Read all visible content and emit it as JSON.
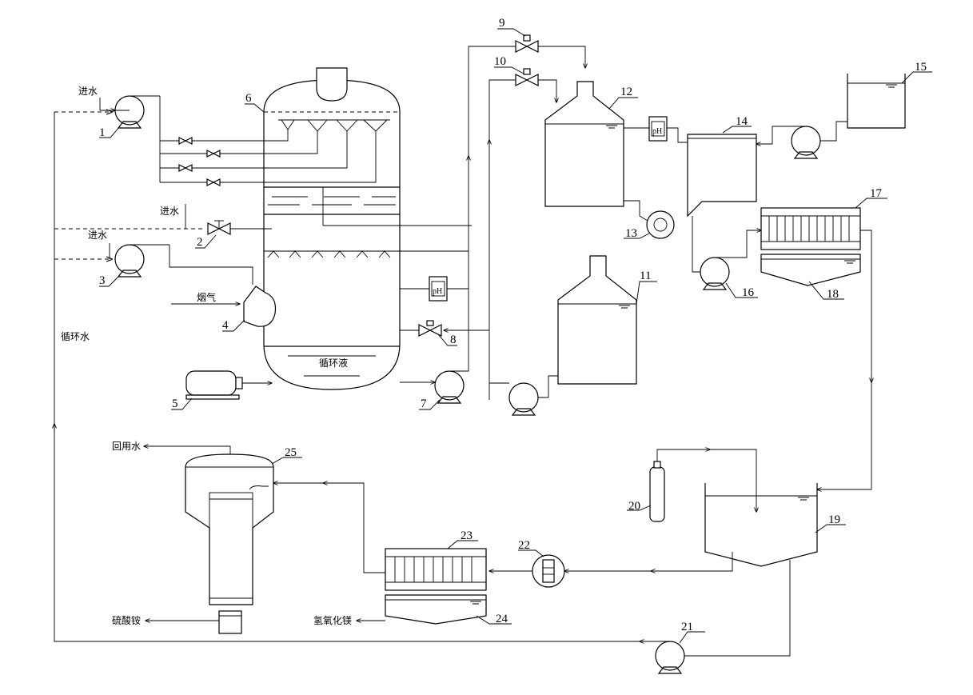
{
  "labels": {
    "inlet_water_1": "进水",
    "inlet_water_2": "进水",
    "inlet_water_3": "进水",
    "flue_gas": "烟气",
    "circulating_water": "循环水",
    "circulating_liquid": "循环液",
    "reuse_water": "回用水",
    "ammonium_sulfate": "硫酸铵",
    "magnesium_hydroxide": "氢氧化镁",
    "ph_1": "pH",
    "ph_2": "pH"
  },
  "numbers": {
    "n1": "1",
    "n2": "2",
    "n3": "3",
    "n4": "4",
    "n5": "5",
    "n6": "6",
    "n7": "7",
    "n8": "8",
    "n9": "9",
    "n10": "10",
    "n11": "11",
    "n12": "12",
    "n13": "13",
    "n14": "14",
    "n15": "15",
    "n16": "16",
    "n17": "17",
    "n18": "18",
    "n19": "19",
    "n20": "20",
    "n21": "21",
    "n22": "22",
    "n23": "23",
    "n24": "24",
    "n25": "25"
  }
}
